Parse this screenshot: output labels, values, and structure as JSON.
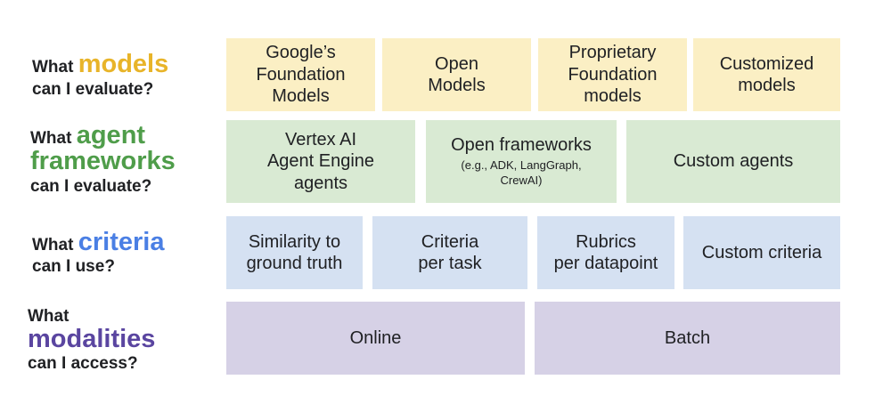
{
  "colors": {
    "models_accent": "#e8b429",
    "agents_accent": "#4f9d4a",
    "criteria_accent": "#4a7fe4",
    "modalities_accent": "#5a45a0",
    "yellow_box": "#fbefc4",
    "green_box": "#d9ead3",
    "blue_box": "#d5e1f2",
    "purple_box": "#d6d1e6"
  },
  "rows": {
    "models": {
      "pre": "What",
      "highlight": "models",
      "post": "can I evaluate?",
      "boxes": [
        {
          "lines": [
            "Google’s",
            "Foundation",
            "Models"
          ]
        },
        {
          "lines": [
            "Open",
            "Models"
          ]
        },
        {
          "lines": [
            "Proprietary",
            "Foundation",
            "models"
          ]
        },
        {
          "lines": [
            "Customized",
            "models"
          ]
        }
      ]
    },
    "agents": {
      "pre": "What",
      "highlight1": "agent",
      "highlight2": "frameworks",
      "post": "can I evaluate?",
      "boxes": [
        {
          "lines": [
            "Vertex AI",
            "Agent Engine",
            "agents"
          ]
        },
        {
          "lines": [
            "Open frameworks"
          ],
          "sub": [
            "(e.g., ADK, LangGraph,",
            "CrewAI)"
          ]
        },
        {
          "lines": [
            "Custom agents"
          ]
        }
      ]
    },
    "criteria": {
      "pre": "What",
      "highlight": "criteria",
      "post": "can I use?",
      "boxes": [
        {
          "lines": [
            "Similarity to",
            "ground truth"
          ]
        },
        {
          "lines": [
            "Criteria",
            "per task"
          ]
        },
        {
          "lines": [
            "Rubrics",
            "per datapoint"
          ]
        },
        {
          "lines": [
            "Custom criteria"
          ]
        }
      ]
    },
    "modalities": {
      "pre": "What",
      "highlight": "modalities",
      "post": "can I access?",
      "boxes": [
        {
          "lines": [
            "Online"
          ]
        },
        {
          "lines": [
            "Batch"
          ]
        }
      ]
    }
  }
}
